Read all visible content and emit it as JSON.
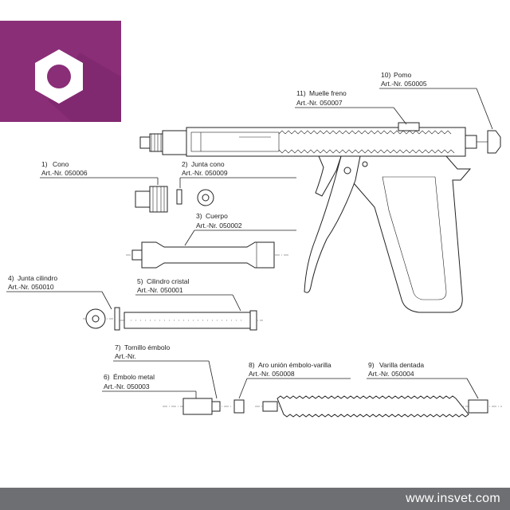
{
  "brand": {
    "color": "#8a2e78",
    "icon": "hex-nut-icon"
  },
  "footer": {
    "url": "www.insvet.com",
    "background": "#6e6f72"
  },
  "parts": [
    {
      "number": "1)",
      "name": "Cono",
      "art": "Art.-Nr. 050006"
    },
    {
      "number": "2)",
      "name": "Junta cono",
      "art": "Art.-Nr. 050009"
    },
    {
      "number": "3)",
      "name": "Cuerpo",
      "art": "Art.-Nr. 050002"
    },
    {
      "number": "4)",
      "name": "Junta cilindro",
      "art": "Art.-Nr. 050010"
    },
    {
      "number": "5)",
      "name": "Cilindro cristal",
      "art": "Art.-Nr. 050001"
    },
    {
      "number": "6)",
      "name": "Émbolo metal",
      "art": "Art.-Nr. 050003"
    },
    {
      "number": "7)",
      "name": "Tornillo émbolo",
      "art": "Art.-Nr."
    },
    {
      "number": "8)",
      "name": "Aro unión émbolo-varilla",
      "art": "Art.-Nr. 050008"
    },
    {
      "number": "9)",
      "name": "Varilla dentada",
      "art": "Art.-Nr. 050004"
    },
    {
      "number": "10)",
      "name": "Pomo",
      "art": "Art.-Nr. 050005"
    },
    {
      "number": "11)",
      "name": "Muelle freno",
      "art": "Art.-Nr. 050007"
    }
  ]
}
